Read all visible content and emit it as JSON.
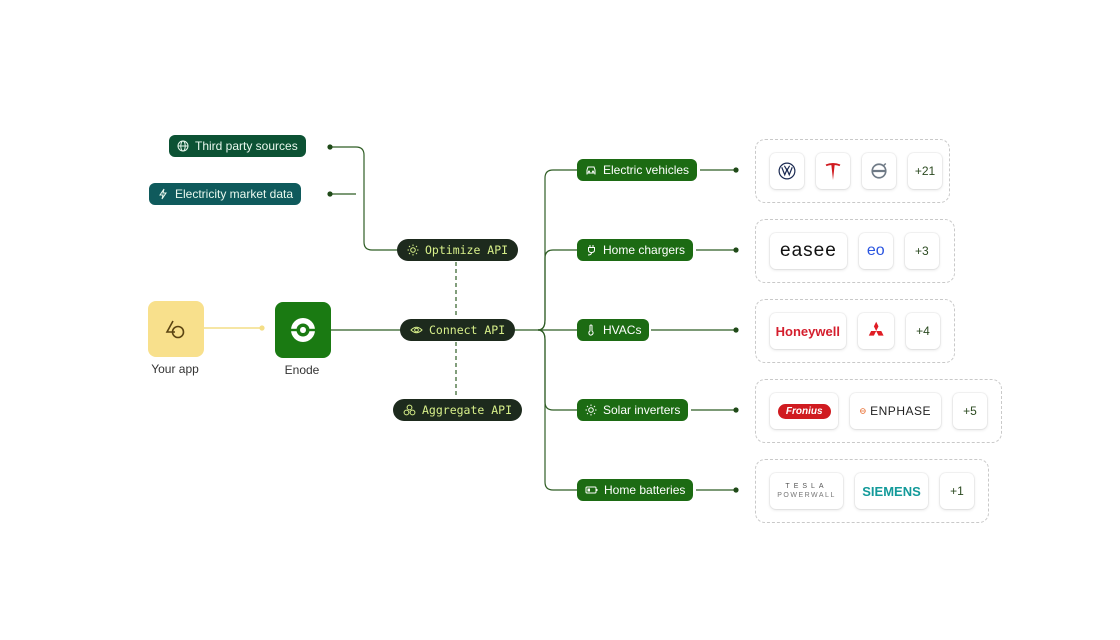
{
  "sources": [
    {
      "label": "Third party sources",
      "icon": "globe-icon"
    },
    {
      "label": "Electricity market data",
      "icon": "lightning-icon"
    }
  ],
  "apis": {
    "optimize": "Optimize API",
    "connect": "Connect API",
    "aggregate": "Aggregate API"
  },
  "nodes": {
    "your_app": "Your app",
    "enode": "Enode"
  },
  "devices": [
    {
      "label": "Electric vehicles",
      "icon": "car-icon"
    },
    {
      "label": "Home chargers",
      "icon": "plug-icon"
    },
    {
      "label": "HVACs",
      "icon": "thermometer-icon"
    },
    {
      "label": "Solar inverters",
      "icon": "sun-icon"
    },
    {
      "label": "Home batteries",
      "icon": "battery-icon"
    }
  ],
  "brands": {
    "ev": {
      "logos": [
        "volkswagen",
        "tesla",
        "volvo"
      ],
      "more": "+21"
    },
    "chargers": {
      "logos": [
        "easee",
        "eo"
      ],
      "easee_text": "easee",
      "eo_text": "eo",
      "more": "+3"
    },
    "hvac": {
      "logos": [
        "honeywell",
        "mitsubishi"
      ],
      "honeywell_text": "Honeywell",
      "more": "+4"
    },
    "solar": {
      "logos": [
        "fronius",
        "enphase"
      ],
      "fronius_text": "Fronius",
      "enphase_text": "ENPHASE",
      "more": "+5"
    },
    "batteries": {
      "logos": [
        "tesla-powerwall",
        "siemens"
      ],
      "tesla_text": "TESLA",
      "powerwall_text": "POWERWALL",
      "siemens_text": "SIEMENS",
      "more": "+1"
    }
  },
  "colors": {
    "line": "#2f5d25",
    "source_dark_green": "#0c5234",
    "source_teal": "#0f5a5c",
    "api_bg": "#1d2a1d",
    "api_text": "#d8f08a",
    "device_green": "#1c6b13",
    "your_app_yellow": "#f8e08c",
    "enode_green": "#1a7a12"
  }
}
